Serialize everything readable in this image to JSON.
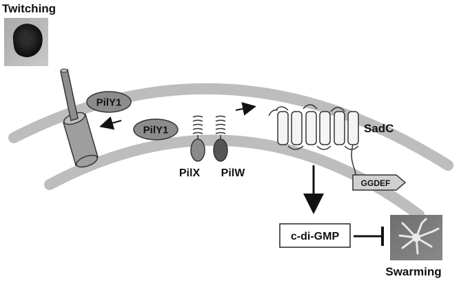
{
  "labels": {
    "twitching": "Twitching",
    "swarming": "Swarming",
    "pily1_upper": "PilY1",
    "pily1_lower": "PilY1",
    "pilx": "PilX",
    "pilw": "PilW",
    "sadc": "SadC",
    "ggdef": "GGDEF",
    "cdigmp": "c-di-GMP"
  },
  "colors": {
    "membrane": "#bdbdbd",
    "oval_fill": "#8c8c8c",
    "pilx_fill": "#8a8a8a",
    "pilw_fill": "#555555",
    "pilus_fill": "#9e9e9e",
    "ggdef_fill": "#d0d0d0"
  },
  "icons": {
    "twitching_image": "twitching-colony-photo",
    "swarming_image": "swarming-colony-photo"
  }
}
